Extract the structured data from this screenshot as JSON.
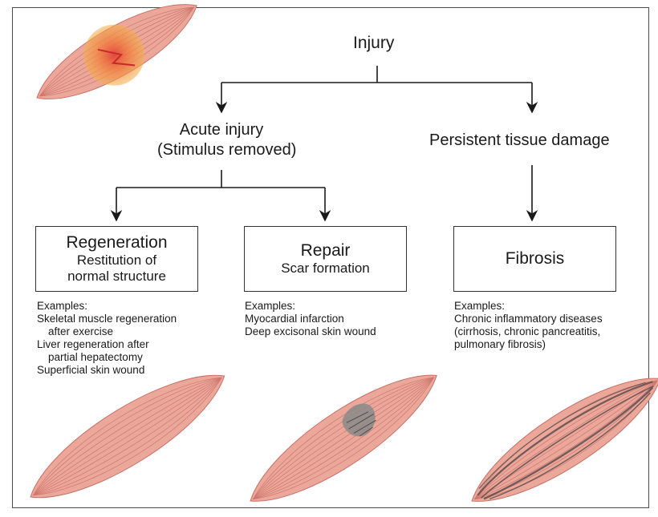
{
  "root": {
    "label": "Injury"
  },
  "branches": {
    "acute": {
      "line1": "Acute injury",
      "line2": "(Stimulus removed)"
    },
    "persistent": {
      "label": "Persistent tissue damage"
    }
  },
  "outcomes": {
    "regeneration": {
      "title": "Regeneration",
      "subtitle_line1": "Restitution of",
      "subtitle_line2": "normal structure",
      "examples_heading": "Examples:",
      "examples": [
        {
          "text": "Skeletal muscle regeneration",
          "indent": false
        },
        {
          "text": "after exercise",
          "indent": true
        },
        {
          "text": "Liver regeneration after",
          "indent": false
        },
        {
          "text": "partial hepatectomy",
          "indent": true
        },
        {
          "text": "Superficial skin wound",
          "indent": false
        }
      ]
    },
    "repair": {
      "title": "Repair",
      "subtitle": "Scar formation",
      "examples_heading": "Examples:",
      "examples": [
        {
          "text": "Myocardial infarction",
          "indent": false
        },
        {
          "text": "Deep excisonal skin wound",
          "indent": false
        }
      ]
    },
    "fibrosis": {
      "title": "Fibrosis",
      "examples_heading": "Examples:",
      "examples": [
        {
          "text": "Chronic inflammatory diseases",
          "indent": false
        },
        {
          "text": "(cirrhosis, chronic pancreatitis,",
          "indent": false
        },
        {
          "text": "pulmonary fibrosis)",
          "indent": false
        }
      ]
    }
  },
  "colors": {
    "muscle_fill": "#eba79a",
    "muscle_fiber": "#c96f66",
    "injury_glow": "#f4b04a",
    "injury_core": "#e2443a",
    "scar": "#7a7a7a",
    "fibrosis_band": "#6b5a5a",
    "arrow": "#1a1a1a"
  }
}
